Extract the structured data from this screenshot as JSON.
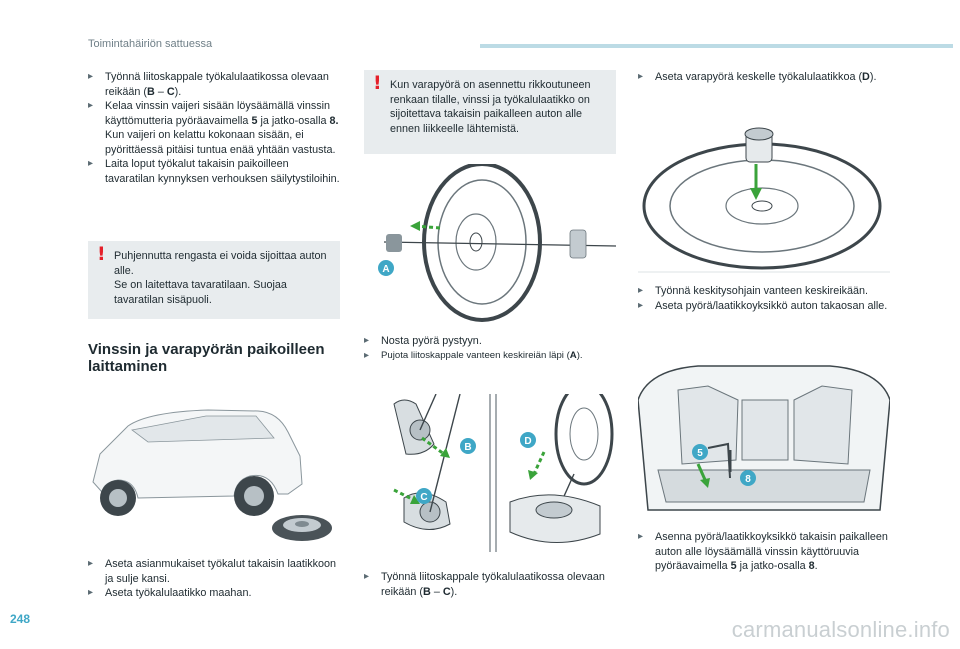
{
  "header": {
    "title": "Toimintahäiriön sattuessa",
    "accent": "#bcdbe5"
  },
  "page_number": "248",
  "watermark": "carmanualsonline.info",
  "col1": {
    "bullets": [
      {
        "pre": "Työnnä liitoskappale työkalulaatikossa olevaan reikään (",
        "b1": "B",
        "mid": " – ",
        "b2": "C",
        "post": ")."
      },
      {
        "pre": "Kelaa vinssin vaijeri sisään löysäämällä vinssin käyttömutteria pyöräavaimella ",
        "b1": "5",
        "mid": " ja jatko-osalla ",
        "b2": "8.",
        "post": " Kun vaijeri on kelattu kokonaan sisään, ei pyörittäessä pitäisi tuntua enää yhtään vastusta."
      },
      {
        "pre": "Laita loput työkalut takaisin paikoilleen tavaratilan kynnyksen verhouksen säilytystiloihin.",
        "b1": "",
        "mid": "",
        "b2": "",
        "post": ""
      }
    ],
    "warning": {
      "l1": "Puhjennutta rengasta ei voida sijoittaa auton alle.",
      "l2": "Se on laitettava tavaratilaan. Suojaa tavaratilan sisäpuoli."
    },
    "section_title": "Vinssin ja varapyörän paikoilleen laittaminen",
    "bullets_bottom": [
      "Aseta asianmukaiset työkalut takaisin laatikkoon ja sulje kansi.",
      "Aseta työkalulaatikko maahan."
    ]
  },
  "col2": {
    "warning": "Kun varapyörä on asennettu rikkoutuneen renkaan tilalle, vinssi ja työkalulaatikko on sijoitettava takaisin paikalleen auton alle ennen liikkeelle lähtemistä.",
    "fig1_label": "A",
    "bullet1": "Nosta pyörä pystyyn.",
    "bullet2": {
      "pre": "Pujota liitoskappale vanteen keskireiän läpi (",
      "b": "A",
      "post": ")."
    },
    "fig2_labels": {
      "b": "B",
      "c": "C",
      "d": "D"
    },
    "bullet3": {
      "pre": "Työnnä liitoskappale työkalulaatikossa olevaan reikään (",
      "b1": "B",
      "mid": " – ",
      "b2": "C",
      "post": ")."
    }
  },
  "col3": {
    "bullet1": {
      "pre": "Aseta varapyörä keskelle työkalulaatikkoa (",
      "b": "D",
      "post": ")."
    },
    "bullets_mid": [
      "Työnnä keskitysohjain vanteen keskireikään.",
      "Aseta pyörä/laatikkoyksikkö auton takaosan alle."
    ],
    "fig_labels": {
      "five": "5",
      "eight": "8"
    },
    "bullet_last": {
      "pre": "Asenna pyörä/laatikkoyksikkö takaisin paikalleen auton alle löysäämällä vinssin käyttöruuvia pyöräavaimella ",
      "b1": "5",
      "mid": " ja jatko-osalla ",
      "b2": "8",
      "post": "."
    }
  },
  "colors": {
    "callout": "#3fa7c6",
    "warning_bg": "#e8ecee",
    "warning_mark": "#e5202a",
    "arrow_green": "#3aa33a"
  }
}
